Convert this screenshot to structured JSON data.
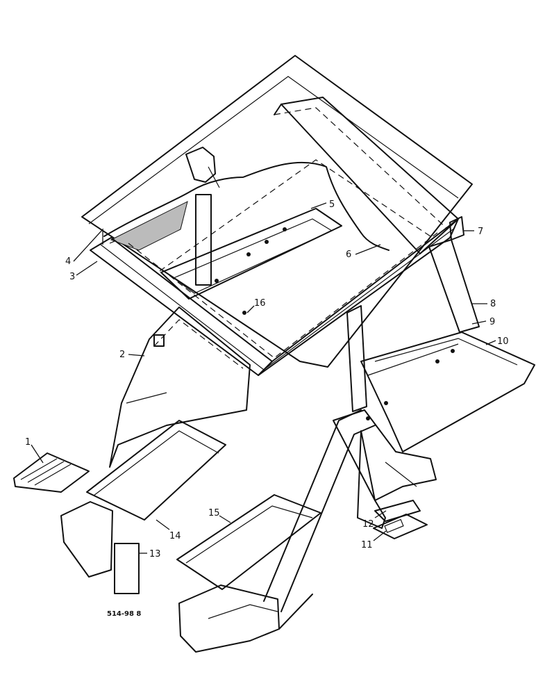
{
  "diagram": {
    "reference_code": "514-98 8",
    "callouts": [
      {
        "id": "c1",
        "label": "1"
      },
      {
        "id": "c2",
        "label": "2"
      },
      {
        "id": "c3",
        "label": "3"
      },
      {
        "id": "c4",
        "label": "4"
      },
      {
        "id": "c5",
        "label": "5"
      },
      {
        "id": "c6",
        "label": "6"
      },
      {
        "id": "c7",
        "label": "7"
      },
      {
        "id": "c8",
        "label": "8"
      },
      {
        "id": "c9",
        "label": "9"
      },
      {
        "id": "c10",
        "label": "10"
      },
      {
        "id": "c11",
        "label": "11"
      },
      {
        "id": "c12",
        "label": "12"
      },
      {
        "id": "c13",
        "label": "13"
      },
      {
        "id": "c14",
        "label": "14"
      },
      {
        "id": "c15",
        "label": "15"
      },
      {
        "id": "c16",
        "label": "16"
      }
    ]
  }
}
